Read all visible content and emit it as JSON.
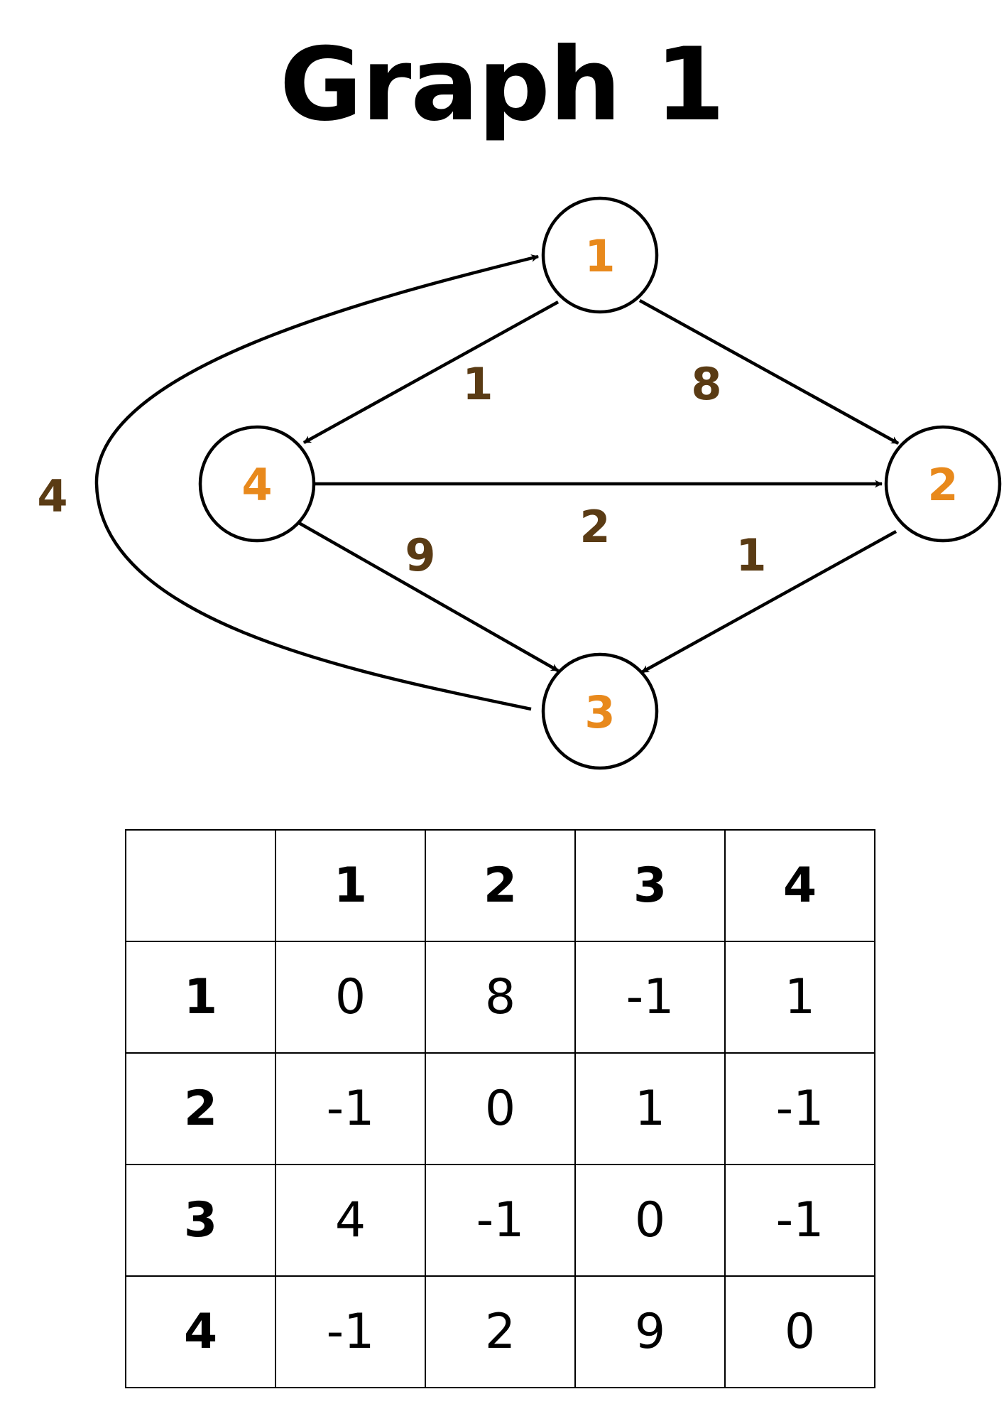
{
  "title": "Graph 1",
  "graph": {
    "nodes": [
      {
        "id": "1",
        "label": "1"
      },
      {
        "id": "2",
        "label": "2"
      },
      {
        "id": "3",
        "label": "3"
      },
      {
        "id": "4",
        "label": "4"
      }
    ],
    "edges": [
      {
        "from": "1",
        "to": "4",
        "weight": "1"
      },
      {
        "from": "1",
        "to": "2",
        "weight": "8"
      },
      {
        "from": "4",
        "to": "2",
        "weight": "2"
      },
      {
        "from": "4",
        "to": "3",
        "weight": "9"
      },
      {
        "from": "2",
        "to": "3",
        "weight": "1"
      },
      {
        "from": "3",
        "to": "1",
        "weight": "4"
      }
    ],
    "colors": {
      "node_label": "#e8891c",
      "edge_label": "#5a3b14",
      "stroke": "#000000"
    }
  },
  "matrix": {
    "col_headers": [
      "",
      "1",
      "2",
      "3",
      "4"
    ],
    "rows": [
      {
        "header": "1",
        "cells": [
          "0",
          "8",
          "-1",
          "1"
        ]
      },
      {
        "header": "2",
        "cells": [
          "-1",
          "0",
          "1",
          "-1"
        ]
      },
      {
        "header": "3",
        "cells": [
          "4",
          "-1",
          "0",
          "-1"
        ]
      },
      {
        "header": "4",
        "cells": [
          "-1",
          "2",
          "9",
          "0"
        ]
      }
    ]
  }
}
